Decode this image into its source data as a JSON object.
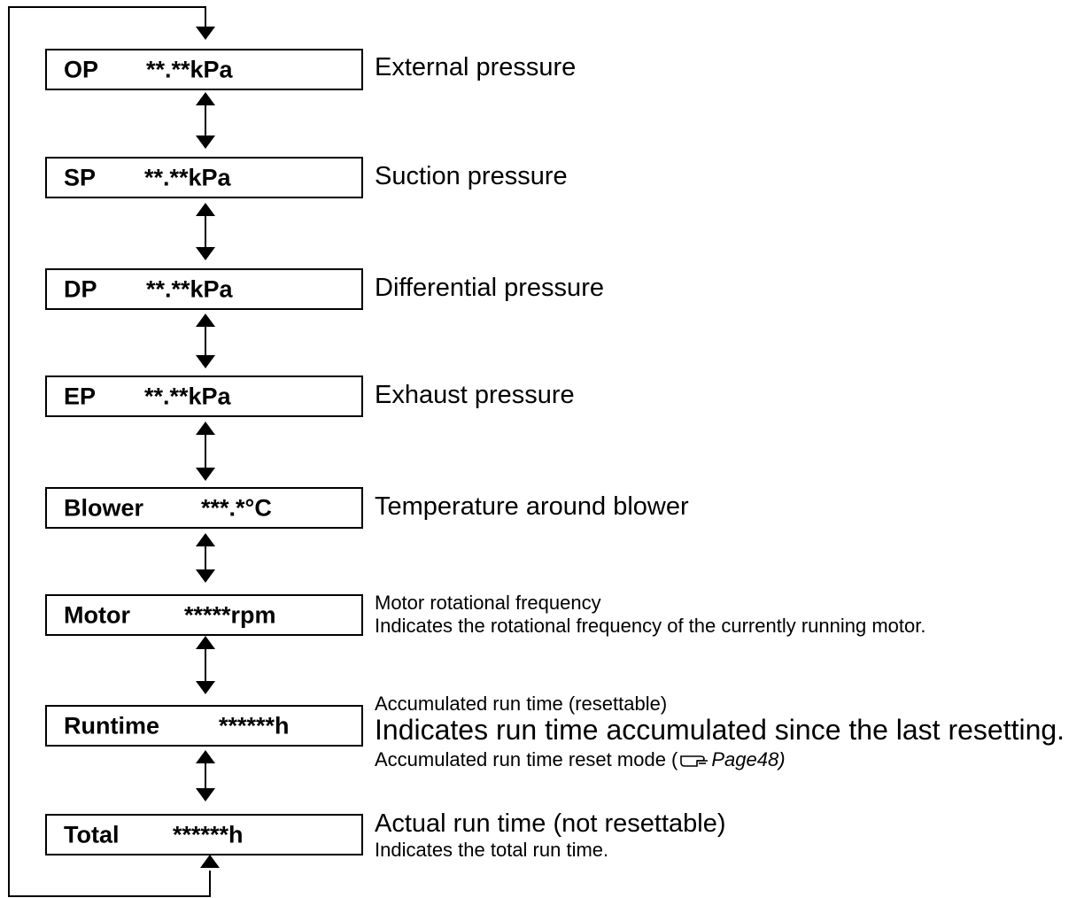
{
  "items": [
    {
      "code": "OP",
      "value": "**.**kPa",
      "desc": [
        "External pressure"
      ]
    },
    {
      "code": "SP",
      "value": "**.**kPa",
      "desc": [
        "Suction pressure"
      ]
    },
    {
      "code": "DP",
      "value": "**.**kPa",
      "desc": [
        "Differential pressure"
      ]
    },
    {
      "code": "EP",
      "value": "**.**kPa",
      "desc": [
        "Exhaust pressure"
      ]
    },
    {
      "code": "Blower",
      "value": "***.*°C",
      "desc": [
        "Temperature around blower"
      ]
    },
    {
      "code": "Motor",
      "value": "*****rpm",
      "desc": [
        "Motor rotational frequency",
        "Indicates the rotational frequency of the currently running motor."
      ]
    },
    {
      "code": "Runtime",
      "value": "******h",
      "desc": [
        "Accumulated run time (resettable)",
        "Indicates run time accumulated since the last resetting."
      ],
      "ref": {
        "prefix": "Accumulated run time reset mode (",
        "page": "Page48",
        "suffix": ")"
      }
    },
    {
      "code": "Total",
      "value": "******h",
      "desc": [
        "Actual run time (not resettable)",
        "Indicates the total run time."
      ]
    }
  ],
  "icons": {
    "reference": "pointing-hand-icon"
  }
}
